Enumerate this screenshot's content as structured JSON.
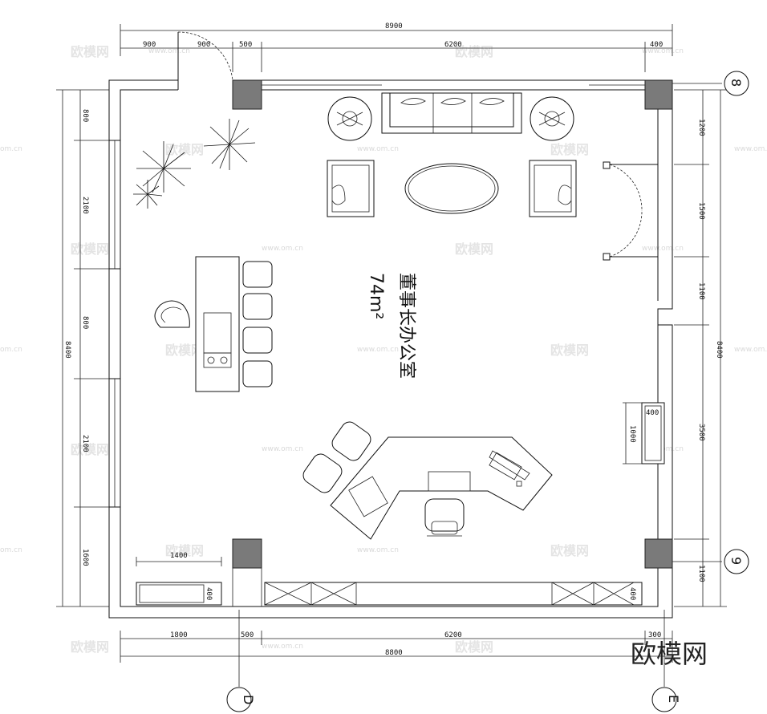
{
  "plan": {
    "room_name": "董事长办公室",
    "room_area": "74m²",
    "top_dims": {
      "total": "8900",
      "seg1": "900",
      "seg2": "900",
      "seg3": "500",
      "seg4": "6200",
      "seg5": "400"
    },
    "bottom_dims": {
      "total": "8800",
      "seg1": "1800",
      "seg2": "500",
      "seg3": "6200",
      "seg4": "300"
    },
    "left_dims": {
      "total": "8400",
      "seg1": "800",
      "seg2": "2100",
      "seg3": "800",
      "seg4": "2100",
      "seg5": "1600"
    },
    "right_dims": {
      "total": "8400",
      "seg1": "1200",
      "seg2": "1500",
      "seg3": "1100",
      "seg4": "3500",
      "seg5": "1100"
    },
    "inner_dims": {
      "cabinet_width": "1400",
      "cabinet_depth": "400",
      "side_unit_len": "1000",
      "side_unit_depth": "400",
      "tv_unit_depth": "400"
    },
    "grid_labels": {
      "top_right": "8",
      "mid_right": "9",
      "bottom_left": "D",
      "bottom_right": "E"
    }
  },
  "watermark": {
    "brand": "欧模网",
    "url": "www.om.cn",
    "url_left": "om.cn"
  }
}
